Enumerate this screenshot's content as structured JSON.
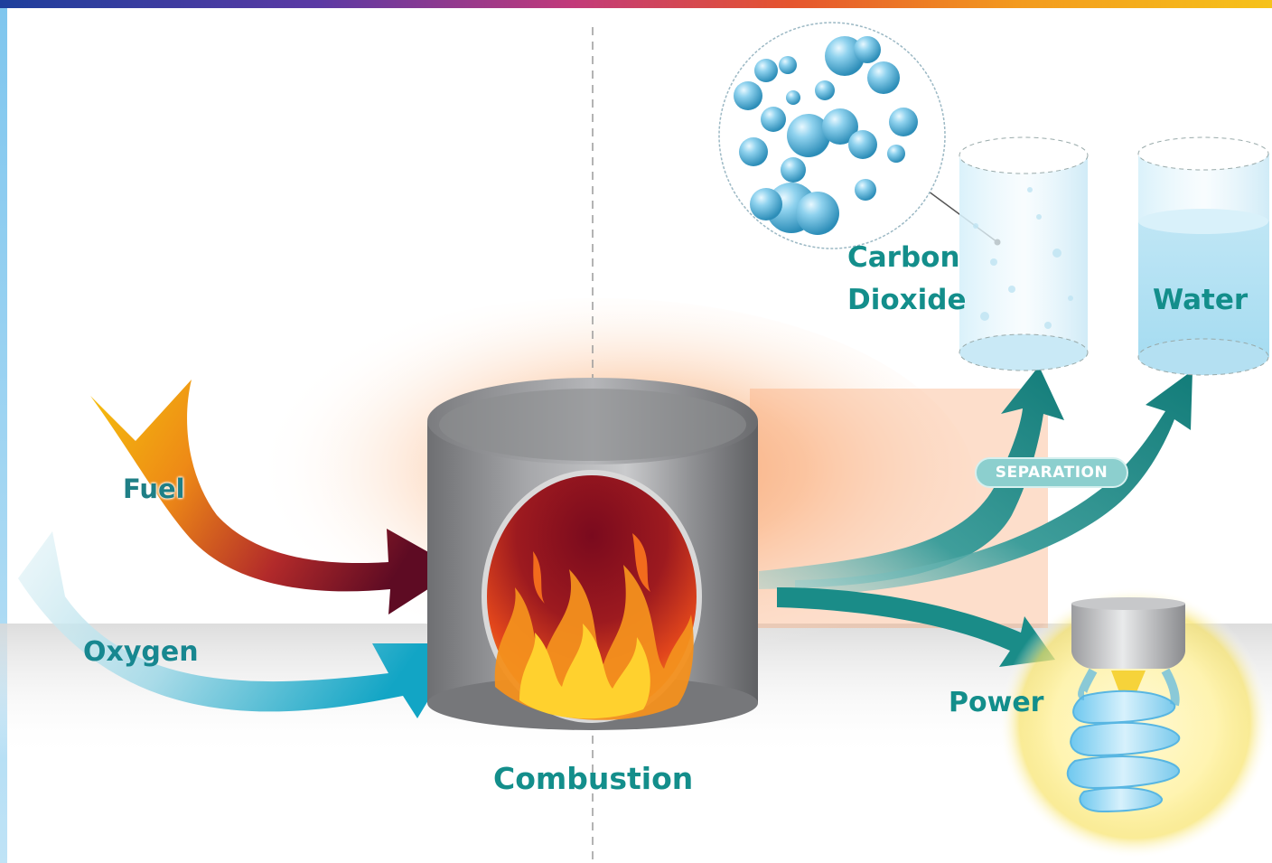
{
  "labels": {
    "fuel": "Fuel",
    "oxygen": "Oxygen",
    "combustion": "Combustion",
    "carbon_dioxide_line1": "Carbon",
    "carbon_dioxide_line2": "Dioxide",
    "water": "Water",
    "separation": "SEPARATION",
    "power": "Power"
  },
  "colors": {
    "teal": "#138e8b",
    "fuel_arrow_start": "#f2b705",
    "fuel_arrow_end": "#6b0d24",
    "oxygen_arrow_end": "#1ba8c6",
    "cylinder": "#8e8f92",
    "flame": "#e8531a"
  },
  "icons": [
    "fuel-arrow",
    "oxygen-arrow",
    "combustion-chamber-cylinder",
    "flames-icon",
    "co2-molecules-magnifier",
    "co2-container-cylinder",
    "water-container-cylinder",
    "power-lightbulb-icon"
  ]
}
